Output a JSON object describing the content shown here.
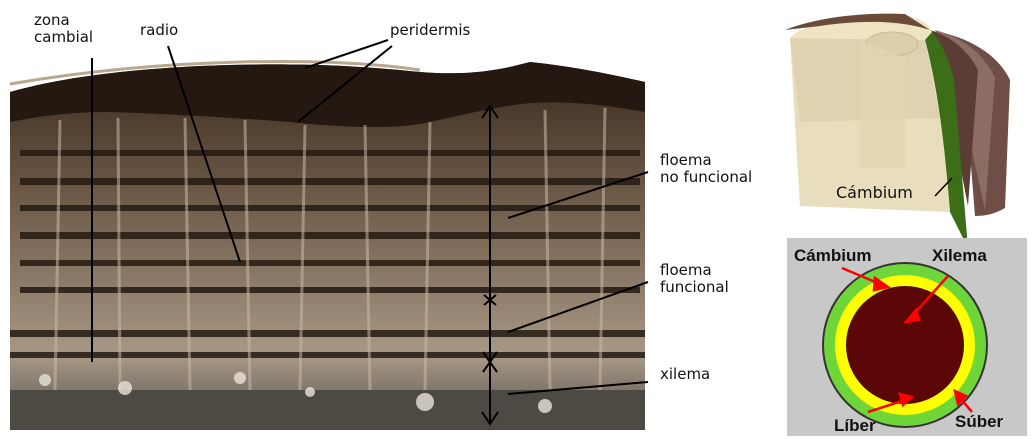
{
  "micrograph": {
    "labels": {
      "zona_cambial": "zona\ncambial",
      "radio": "radio",
      "peridermis": "peridermis",
      "floema_no_funcional": "floema\nno funcional",
      "floema_funcional": "floema\nfuncional",
      "xilema": "xilema"
    }
  },
  "log_3d": {
    "label": "Cámbium"
  },
  "cross_section": {
    "labels": {
      "cambium": "Cámbium",
      "xilema": "Xilema",
      "liber": "Líber",
      "suber": "Súber"
    },
    "colors": {
      "background": "#c8c8c8",
      "suber": "#6fd63a",
      "liber": "#ffff00",
      "xilema": "#5c0707",
      "arrows": "#ff0000"
    }
  }
}
